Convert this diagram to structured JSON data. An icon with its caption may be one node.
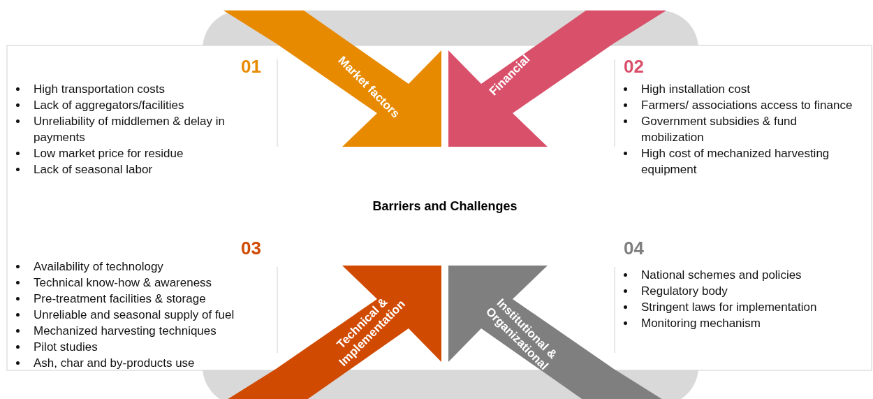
{
  "diagram": {
    "title": "Barriers and Challenges",
    "nodes": [
      {
        "text": [
          "01",
          "High transportation costs",
          "Lack of aggregators/facilities",
          "Unreliability of middlemen & delay in payments",
          "Low market price for residue",
          "Lack of seasonal labor"
        ]
      },
      {
        "text": [
          "Market factors"
        ]
      },
      {
        "text": [
          "Financial"
        ]
      },
      {
        "text": [
          "02",
          "High installation cost",
          "Farmers/ associations access to finance",
          "Government subsidies & fund mobilization",
          "High cost of mechanized harvesting equipment"
        ]
      },
      {
        "text": [
          "03",
          "Availability of technology",
          "Technical know-how & awareness",
          "Pre-treatment facilities & storage",
          "Unreliable and seasonal supply of fuel",
          "Mechanized harvesting techniques",
          "Pilot studies",
          "Ash, char and by-products use"
        ]
      },
      {
        "text": [
          "Technical & Implementation"
        ]
      },
      {
        "text": [
          "Institutional & Organizational"
        ]
      },
      {
        "text": [
          "04",
          "National schemes and policies",
          "Regulatory body",
          "Stringent laws for implementation",
          "Monitoring mechanism"
        ]
      }
    ]
  }
}
